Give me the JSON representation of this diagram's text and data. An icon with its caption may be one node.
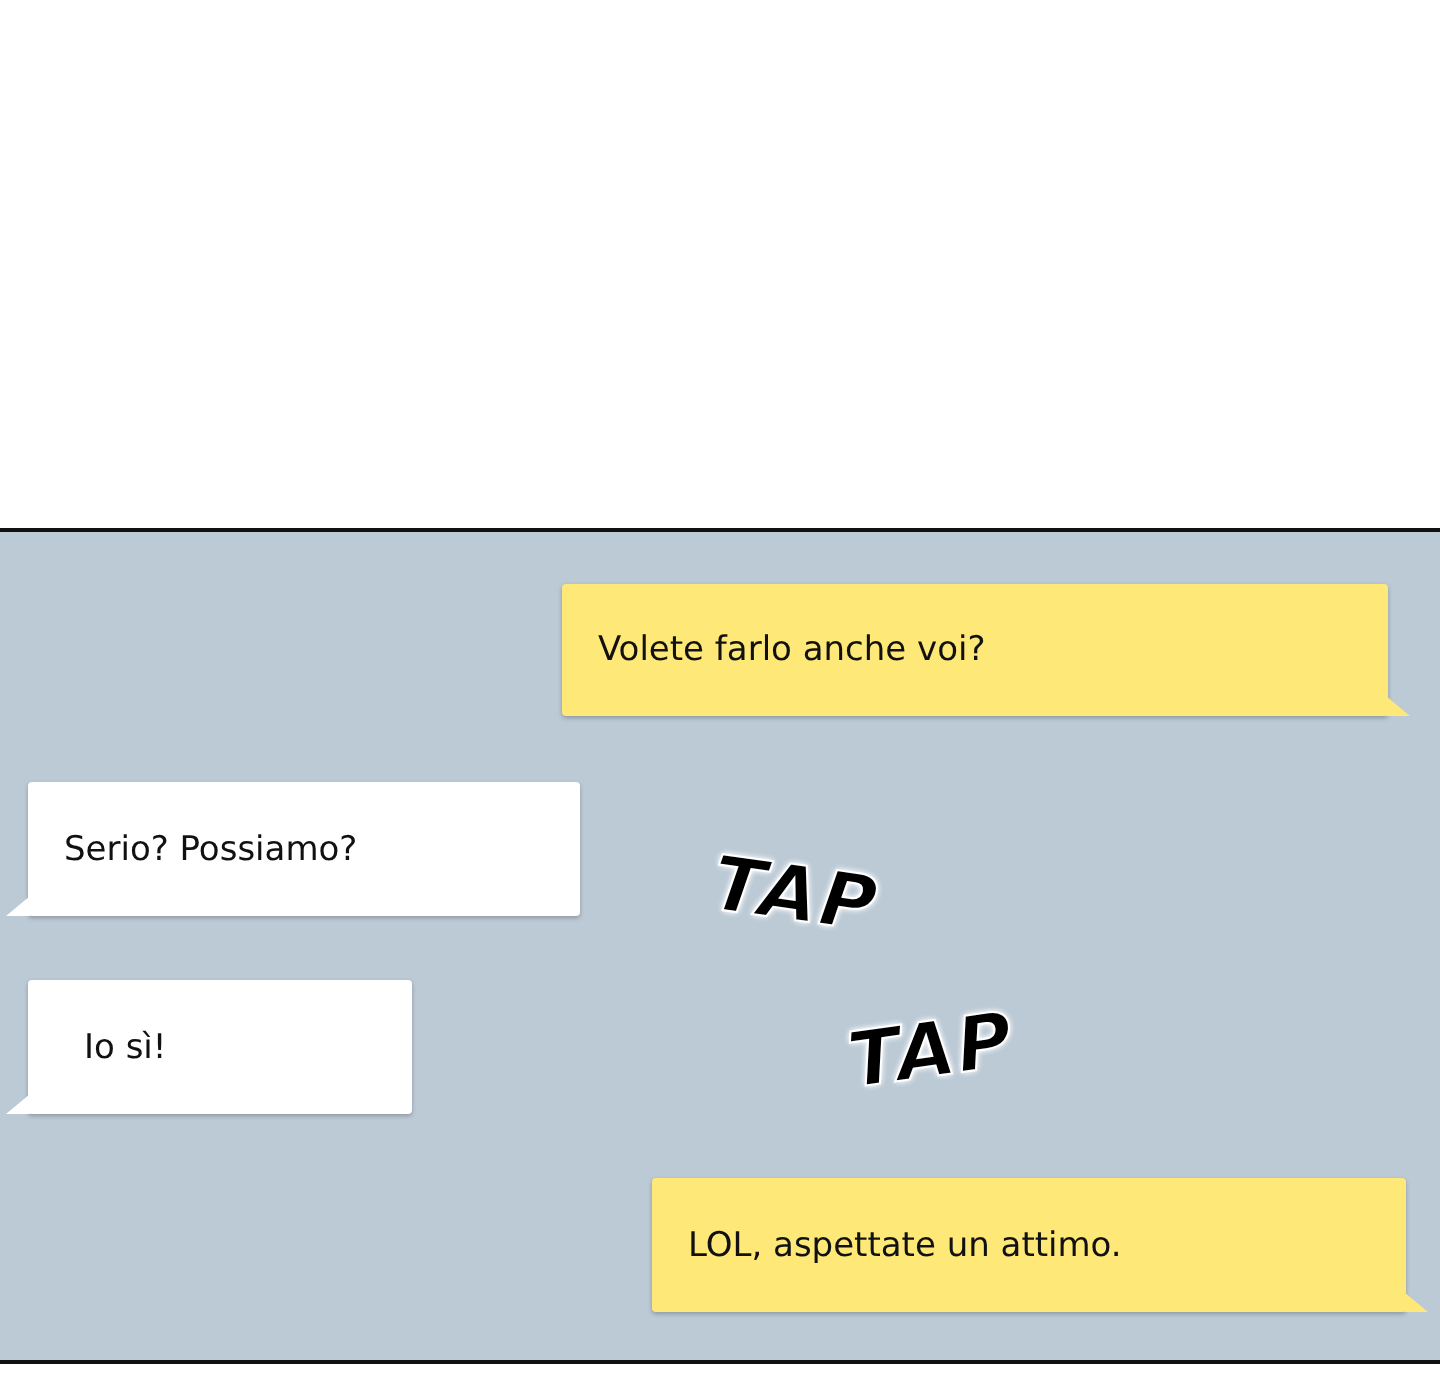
{
  "diagram": {
    "nodes": [
      {
        "text": [
          "Volete farlo anche voi?"
        ]
      },
      {
        "text": [
          "Serio? Possiamo?"
        ]
      },
      {
        "text": [
          "Io sì!"
        ]
      },
      {
        "text": [
          "LOL, aspettate un attimo."
        ]
      }
    ],
    "labels": [
      "TAP",
      "TAP"
    ]
  }
}
